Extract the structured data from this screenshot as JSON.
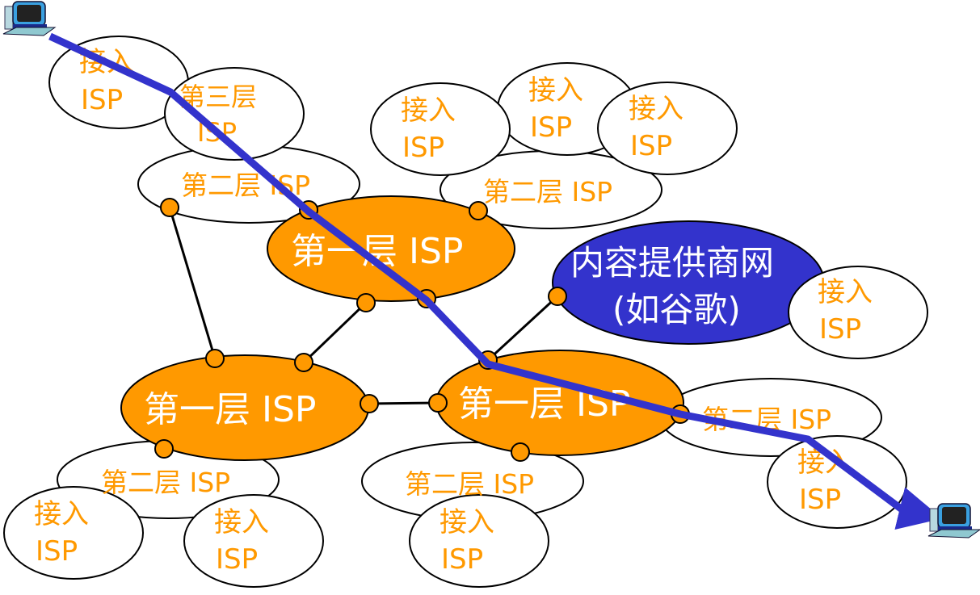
{
  "diagram": {
    "colors": {
      "tier1_fill": "#ff9900",
      "content_provider_fill": "#3333cc",
      "label_orange": "#ff9900",
      "path": "#3333cc"
    },
    "tier1": [
      {
        "line1": "第一层 ISP"
      },
      {
        "line1": "第一层 ISP"
      },
      {
        "line1": "第一层 ISP"
      }
    ],
    "content_provider": {
      "line1": "内容提供商网",
      "line2": "(如谷歌)"
    },
    "tier2": [
      {
        "label": "第二层 ISP"
      },
      {
        "label": "第二层 ISP"
      },
      {
        "label": "第二层 ISP"
      },
      {
        "label": "第二层 ISP"
      },
      {
        "label": "第二层 ISP"
      }
    ],
    "tier3": {
      "line1": "第三层",
      "line2": "ISP"
    },
    "access": [
      {
        "line1": "接入",
        "line2": "ISP"
      },
      {
        "line1": "接入",
        "line2": "ISP"
      },
      {
        "line1": "接入",
        "line2": "ISP"
      },
      {
        "line1": "接入",
        "line2": "ISP"
      },
      {
        "line1": "接入",
        "line2": "ISP"
      },
      {
        "line1": "接入",
        "line2": "ISP"
      },
      {
        "line1": "接入",
        "line2": "ISP"
      },
      {
        "line1": "接入",
        "line2": "ISP"
      },
      {
        "line1": "接入",
        "line2": "ISP"
      }
    ],
    "hosts": [
      {
        "icon": "desktop-computer-icon"
      },
      {
        "icon": "desktop-computer-icon"
      }
    ]
  }
}
